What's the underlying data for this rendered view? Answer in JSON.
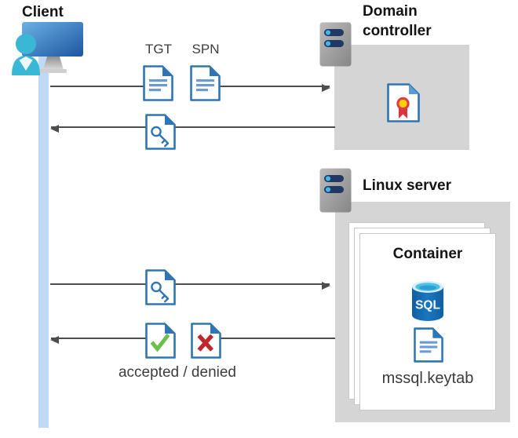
{
  "colors": {
    "background": "#ffffff",
    "box_gray": "#d5d5d5",
    "lifeline_blue": "#bfd9f7",
    "arrow_gray": "#4d4d4d",
    "doc_border_blue": "#2e75b6",
    "doc_line_blue": "#6b9bd2",
    "check_green": "#6cbf4c",
    "cross_red": "#c0272d",
    "person_cyan": "#3ab7d5",
    "monitor_blue": "#2a6fc0",
    "sql_body_blue": "#1166ae",
    "sql_top_cyan": "#49c3e8",
    "server_bar_navy": "#1f3864",
    "server_dot_blue": "#41b8e8",
    "seal_yellow": "#ffd104",
    "seal_red": "#dd3e46",
    "label_gray": "#3d3d3d",
    "heading_black": "#141414"
  },
  "nodes": {
    "client": {
      "label": "Client",
      "icon": "client-user-monitor-icon"
    },
    "domain_controller": {
      "label": "Domain controller",
      "icon": "server-icon",
      "inner_icon": "certificate-icon"
    },
    "linux_server": {
      "label": "Linux server",
      "icon": "server-icon"
    },
    "container": {
      "label": "Container",
      "database_icon": "sql-database-icon",
      "database_label": "SQL",
      "file_icon": "keytab-document-icon",
      "file_label": "mssql.keytab"
    }
  },
  "flows": [
    {
      "id": "client-to-domain-controller",
      "direction": "right",
      "item_labels": [
        "TGT",
        "SPN"
      ],
      "item_icons": [
        "ticket-document-icon",
        "ticket-document-icon"
      ]
    },
    {
      "id": "domain-controller-to-client",
      "direction": "left",
      "item_icons": [
        "key-document-icon"
      ]
    },
    {
      "id": "client-to-linux-server",
      "direction": "right",
      "item_icons": [
        "key-document-icon"
      ]
    },
    {
      "id": "linux-server-to-client",
      "direction": "left",
      "item_icons": [
        "accepted-document-icon",
        "denied-document-icon"
      ],
      "caption": "accepted / denied"
    }
  ]
}
